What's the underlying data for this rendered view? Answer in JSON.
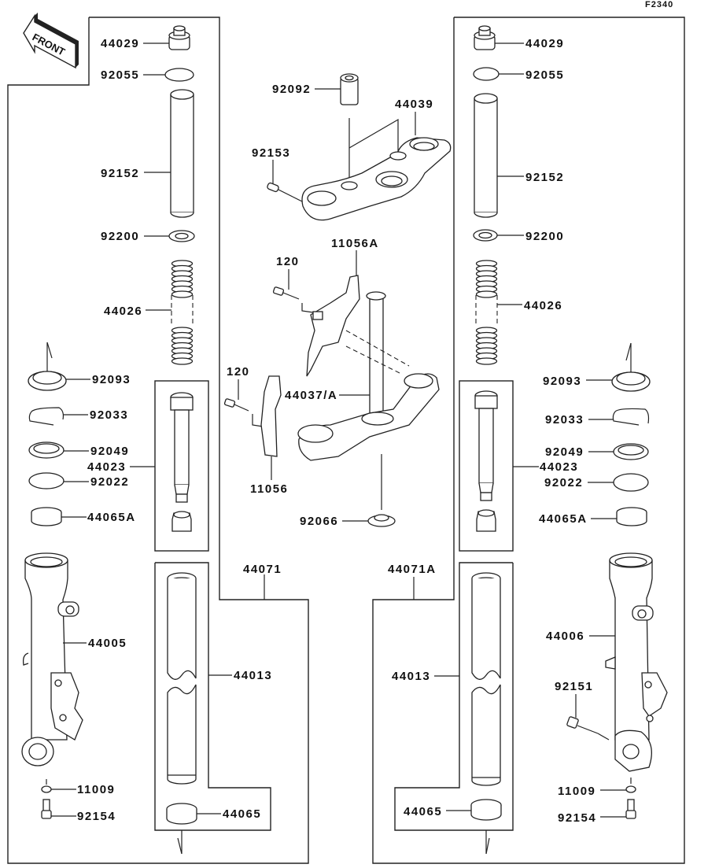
{
  "diagram": {
    "code": "F2340",
    "front_label": "FRONT",
    "left_fork": {
      "cap_bolt": "44029",
      "o_ring": "92055",
      "spacer_pipe": "92152",
      "washer": "92200",
      "spring": "44026",
      "dust_seal": "92093",
      "circlip": "92033",
      "oil_seal": "92049",
      "cylinder_unit": "44023",
      "washer_2": "92022",
      "bushing_a": "44065A",
      "outer_tube": "44005",
      "gasket": "11009",
      "bolt": "92154",
      "assembly": "44071",
      "inner_tube": "44013",
      "bushing": "44065"
    },
    "center": {
      "collar": "92092",
      "upper_bracket": "44039",
      "bolt": "92153",
      "bracket_a": "11056A",
      "bolt_1": "120",
      "bolt_2": "120",
      "stem_head": "44037/A",
      "bracket": "11056",
      "seal": "92066"
    },
    "right_fork": {
      "cap_bolt": "44029",
      "o_ring": "92055",
      "spacer_pipe": "92152",
      "washer": "92200",
      "spring": "44026",
      "dust_seal": "92093",
      "circlip": "92033",
      "oil_seal": "92049",
      "cylinder_unit": "44023",
      "washer_2": "92022",
      "bushing_a": "44065A",
      "outer_tube": "44006",
      "bleed_screw": "92151",
      "gasket": "11009",
      "bolt": "92154",
      "assembly": "44071A",
      "inner_tube": "44013",
      "bushing": "44065"
    }
  }
}
